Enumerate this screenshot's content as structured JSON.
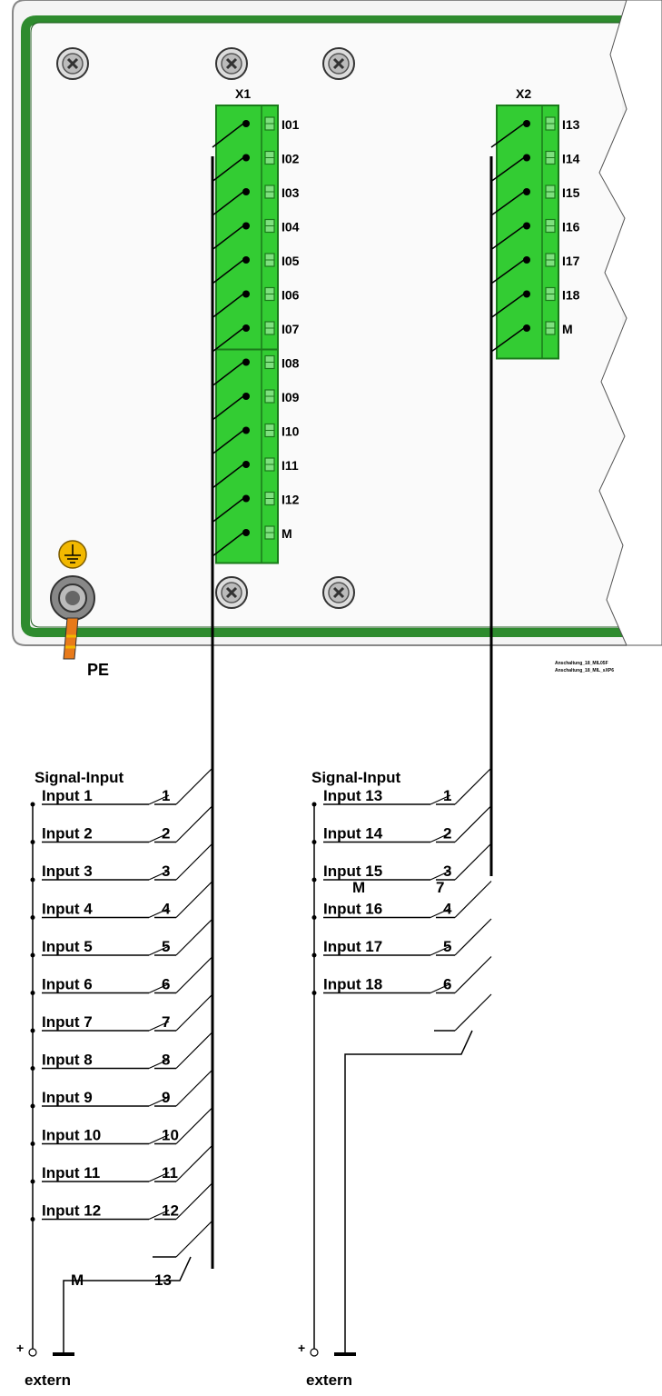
{
  "connectors": {
    "x1": {
      "title": "X1",
      "pins": [
        "I01",
        "I02",
        "I03",
        "I04",
        "I05",
        "I06",
        "I07",
        "I08",
        "I09",
        "I10",
        "I11",
        "I12",
        "M"
      ]
    },
    "x2": {
      "title": "X2",
      "pins": [
        "I13",
        "I14",
        "I15",
        "I16",
        "I17",
        "I18",
        "M"
      ]
    }
  },
  "pe_label": "PE",
  "drawing_refs": [
    "Anschaltung_18_MIL05F",
    "Anschaltung_18_MIL_sXP6"
  ],
  "left_group": {
    "title": "Signal-Input",
    "inputs": [
      "Input 1",
      "Input 2",
      "Input 3",
      "Input 4",
      "Input 5",
      "Input 6",
      "Input 7",
      "Input 8",
      "Input 9",
      "Input 10",
      "Input 11",
      "Input 12"
    ],
    "numbers": [
      "1",
      "2",
      "3",
      "4",
      "5",
      "6",
      "7",
      "8",
      "9",
      "10",
      "11",
      "12"
    ],
    "m_label": "M",
    "m_number": "13",
    "plus": "+",
    "extern": "extern"
  },
  "right_group": {
    "title": "Signal-Input",
    "inputs": [
      "Input 13",
      "Input 14",
      "Input 15",
      "Input 16",
      "Input 17",
      "Input 18"
    ],
    "numbers": [
      "1",
      "2",
      "3",
      "4",
      "5",
      "6"
    ],
    "m_label": "M",
    "m_number": "7",
    "plus": "+",
    "extern": "extern"
  },
  "colors": {
    "terminal_green": "#33cc33",
    "terminal_dark": "#1a7a1a",
    "panel_border_green": "#2e8b2e",
    "pe_yellow": "#f2b800",
    "pe_orange": "#e87a1a"
  }
}
